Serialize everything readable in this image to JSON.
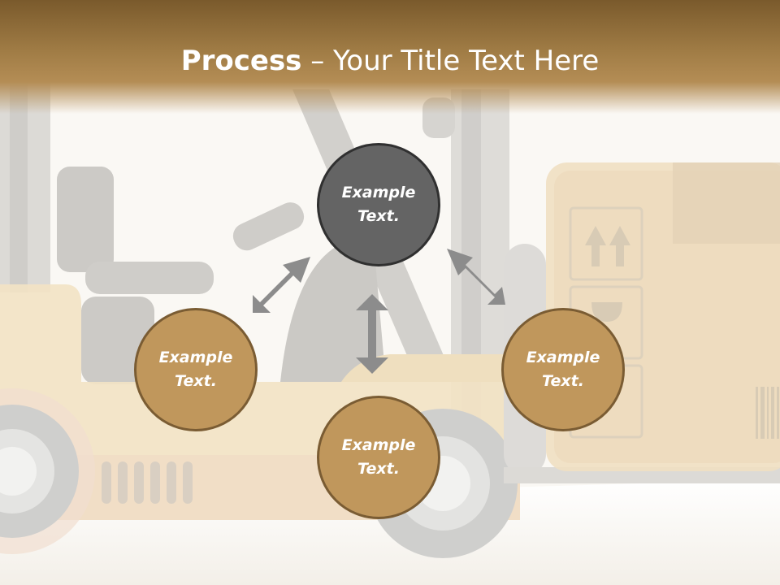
{
  "title": {
    "bold": "Process",
    "rest": " – Your Title Text Here"
  },
  "nodes": {
    "top": "Example Text.",
    "left": "Example Text.",
    "right": "Example Text.",
    "bottom": "Example Text."
  },
  "colors": {
    "title_band": "#a07c45",
    "node_dark": "#646464",
    "node_gold": "#c0975c",
    "arrow": "#8c8c8c"
  },
  "background_image": "forklift-with-boxes"
}
